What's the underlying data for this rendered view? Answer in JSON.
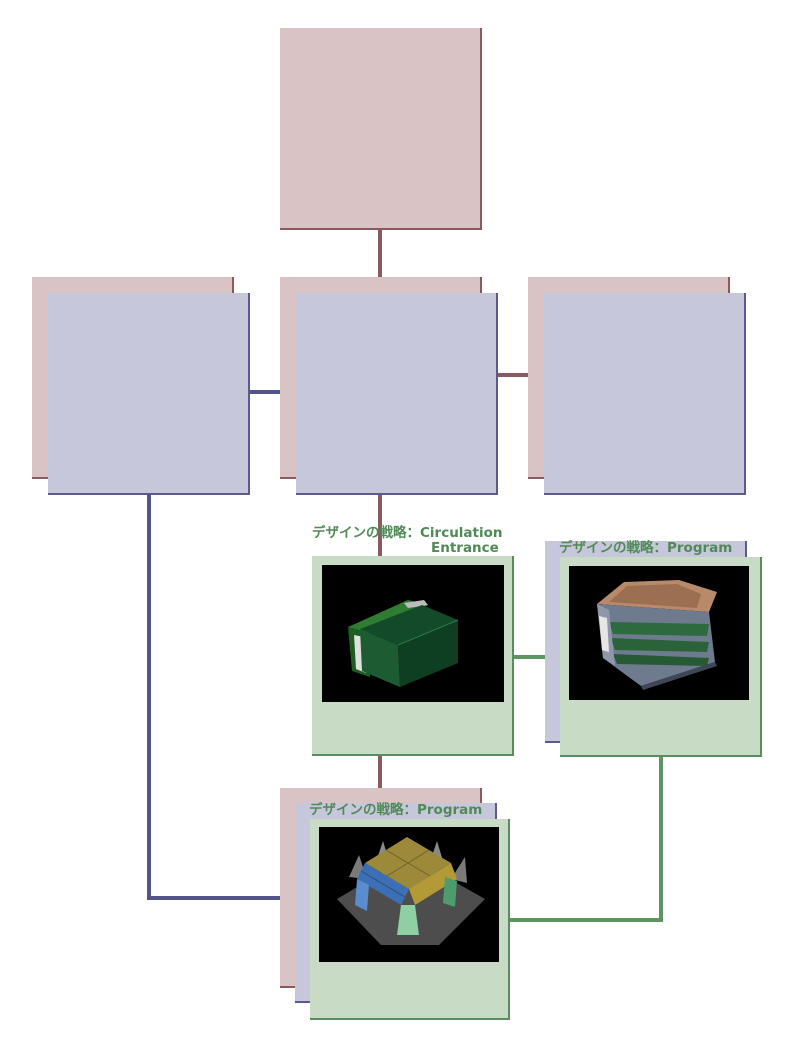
{
  "captions": {
    "circulation_prefix": "デザインの戦略：",
    "circulation_line1": "Circulation",
    "circulation_line2": "Entrance",
    "program_top": "デザインの戦略：Program",
    "program_bottom": "デザインの戦略：Program"
  },
  "images": {
    "circulation": "green-box-model",
    "program_top": "stacked-floors-model",
    "program_bottom": "grid-roof-model"
  },
  "colors": {
    "rose": "#d9c3c4",
    "lavender": "#c7c7dc",
    "sage": "#c8dcc5",
    "rose_line": "#8a5a5f",
    "lavender_line": "#54548a",
    "sage_line": "#5e9462"
  }
}
